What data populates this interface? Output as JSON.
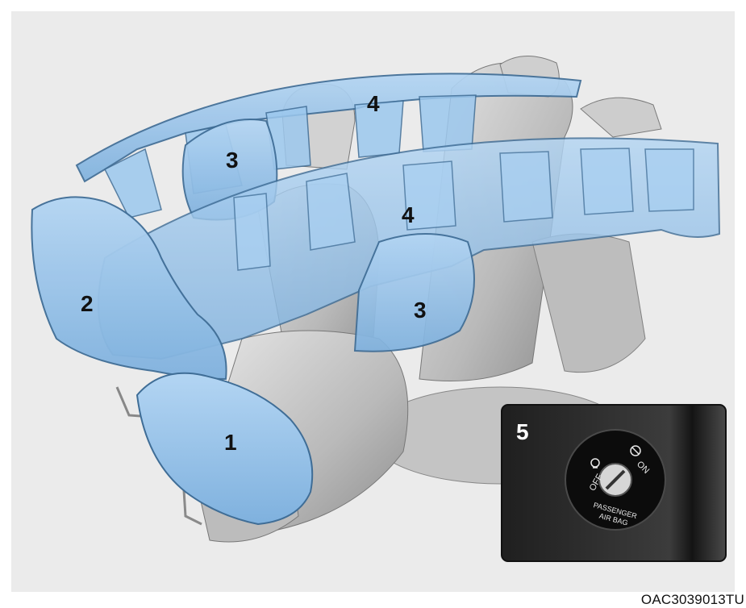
{
  "callouts": {
    "front_airbag": "1",
    "side_airbag": "2",
    "side_airbag_left": "3",
    "side_airbag_right": "3",
    "curtain_airbag_rear": "4",
    "curtain_airbag_front": "4",
    "switch_inset": "5"
  },
  "switch": {
    "off_label": "OFF",
    "on_label": "ON",
    "caption_line1": "PASSENGER",
    "caption_line2": "AIR BAG"
  },
  "figure_code": "OAC3039013TU",
  "colors": {
    "airbag_fill": "#93c2ea",
    "airbag_stroke": "#3f6d96",
    "seat": "#c9c9c9",
    "background": "#ebebeb",
    "inset": "#2e2e2e"
  }
}
